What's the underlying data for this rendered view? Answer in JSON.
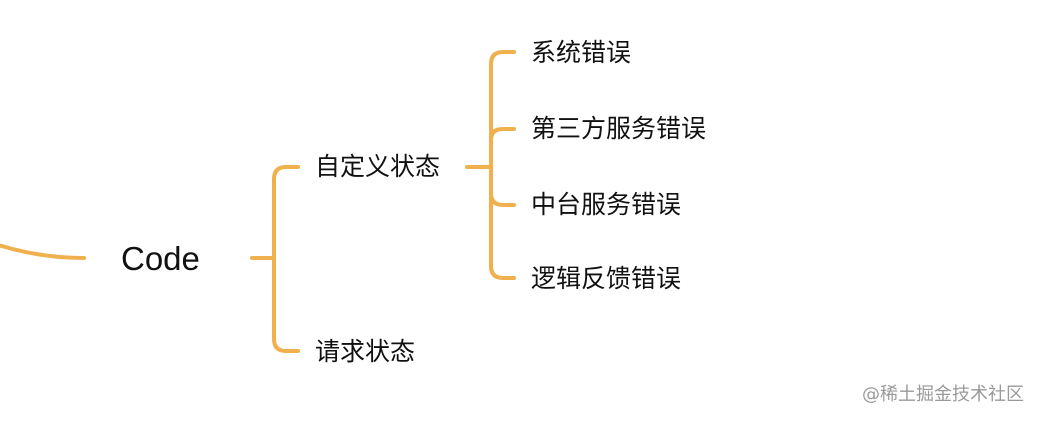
{
  "mindmap": {
    "root": {
      "label": "Code"
    },
    "branches": [
      {
        "label": "自定义状态",
        "children": [
          {
            "label": "系统错误"
          },
          {
            "label": "第三方服务错误"
          },
          {
            "label": "中台服务错误"
          },
          {
            "label": "逻辑反馈错误"
          }
        ]
      },
      {
        "label": "请求状态",
        "children": []
      }
    ],
    "line_color": "#EFB04D"
  },
  "watermark": {
    "text": "@稀土掘金技术社区"
  }
}
